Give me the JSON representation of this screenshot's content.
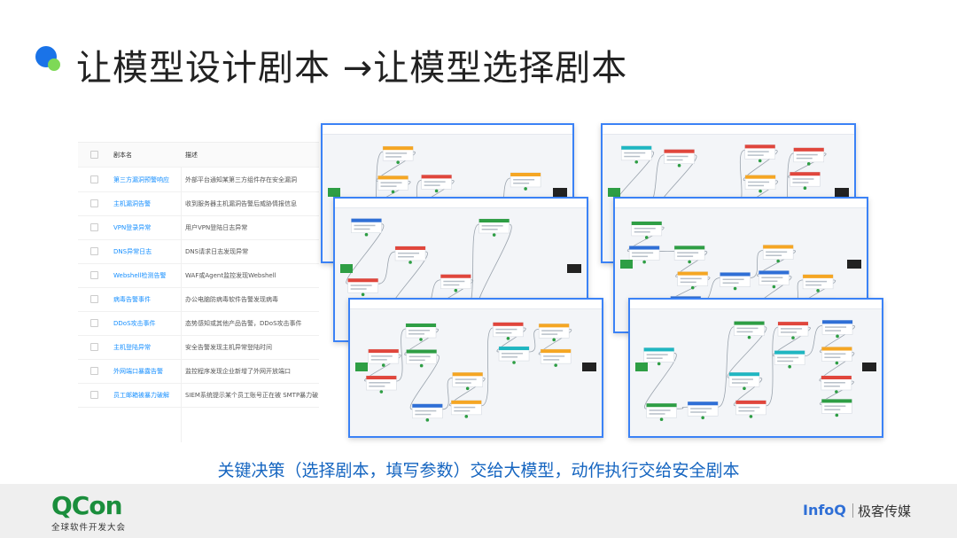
{
  "title": "让模型设计剧本 →让模型选择剧本",
  "table": {
    "headers": [
      "剧本名",
      "描述"
    ],
    "rows": [
      {
        "name": "第三方漏洞预警响应",
        "desc": "外部平台通知某第三方组件存在安全漏洞"
      },
      {
        "name": "主机漏洞告警",
        "desc": "收到服务器主机漏洞告警后威胁情报信息"
      },
      {
        "name": "VPN登录异常",
        "desc": "用户VPN登陆日志异常"
      },
      {
        "name": "DNS异常日志",
        "desc": "DNS请求日志发现异常"
      },
      {
        "name": "Webshell检测告警",
        "desc": "WAF或Agent监控发现Webshell"
      },
      {
        "name": "病毒告警事件",
        "desc": "办公电脑防病毒软件告警发现病毒"
      },
      {
        "name": "DDoS攻击事件",
        "desc": "态势感知或其他产品告警，DDoS攻击事件"
      },
      {
        "name": "主机登陆异常",
        "desc": "安全告警发现主机异常登陆时间"
      },
      {
        "name": "外网端口暴露告警",
        "desc": "监控程序发现企业新增了外网开放端口"
      },
      {
        "name": "员工邮箱被暴力破解",
        "desc": "SIEM系统提示某个员工账号正在被 SMTP暴力破解"
      }
    ]
  },
  "subtitle": "关键决策（选择剧本，填写参数）交给大模型，动作执行交给安全剧本",
  "footer": {
    "qcon": "QCon",
    "qcon_sub": "全球软件开发大会",
    "infoq": "InfoQ",
    "jike": "极客传媒"
  },
  "colors": {
    "accent": "#3b82f6",
    "node_teal": "#1fb6c1",
    "node_blue": "#2f6fd6",
    "node_red": "#e0463c",
    "node_orange": "#f5a623",
    "node_green": "#2e9e44"
  }
}
